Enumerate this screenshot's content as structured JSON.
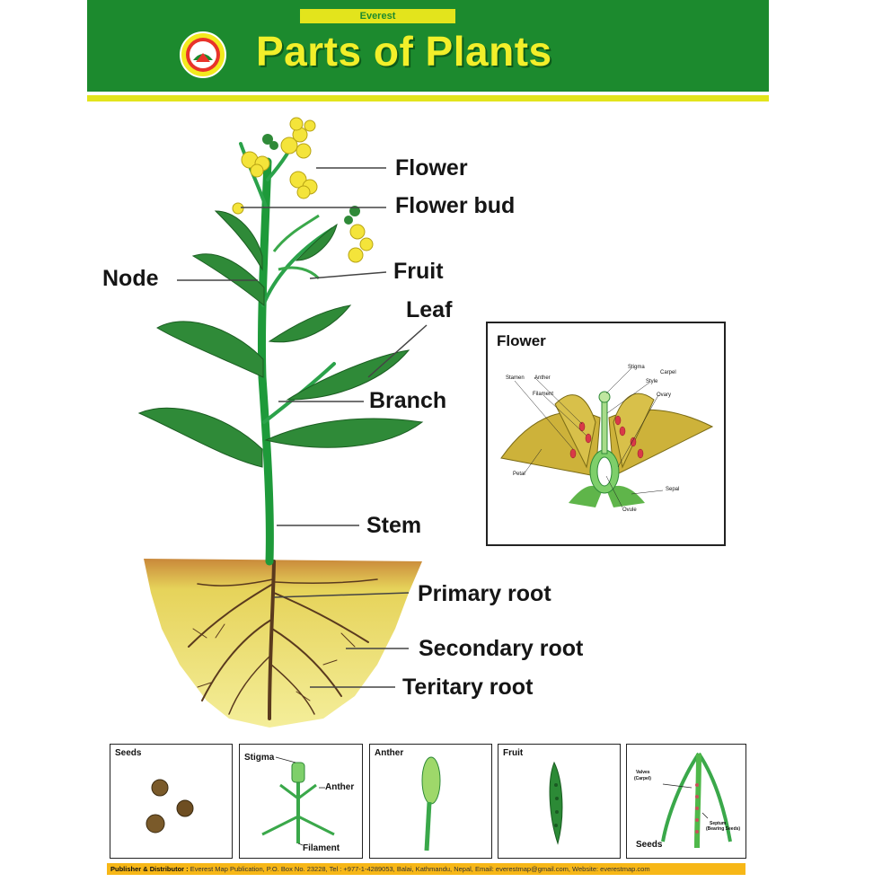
{
  "header": {
    "brand": "Everest",
    "title": "Parts of Plants",
    "colors": {
      "band": "#1c8a2e",
      "stripe": "#e3e41c",
      "title": "#f2ef2a"
    }
  },
  "labels": {
    "flower": "Flower",
    "flower_bud": "Flower bud",
    "node": "Node",
    "fruit": "Fruit",
    "leaf": "Leaf",
    "branch": "Branch",
    "stem": "Stem",
    "primary_root": "Primary root",
    "secondary_root": "Secondary root",
    "tertiary_root": "Teritary root"
  },
  "flower_inset": {
    "title": "Flower",
    "parts": {
      "stamen": "Stamen",
      "anther": "Anther",
      "filament": "Filament",
      "stigma": "Stigma",
      "carpel": "Carpel",
      "style": "Style",
      "ovary": "Ovary",
      "petal": "Petal",
      "sepal": "Sepal",
      "ovule": "Ovule"
    }
  },
  "thumbnails": {
    "seeds": {
      "title": "Seeds"
    },
    "stamen": {
      "stigma": "Stigma",
      "anther": "Anther",
      "filament": "Filament"
    },
    "anther": {
      "title": "Anther"
    },
    "fruit": {
      "title": "Fruit"
    },
    "pod": {
      "valves": "Valves",
      "carpel": "(Carpel)",
      "septum": "Septum",
      "bearing_seeds": "(Bearing Seeds)",
      "seeds": "Seeds"
    }
  },
  "footer": {
    "lead": "Publisher & Distributor :",
    "text": "Everest Map Publication, P.O. Box No. 23228, Tel : +977-1-4289053, Balai, Kathmandu, Nepal, Email: everestmap@gmail.com, Website: everestmap.com"
  }
}
